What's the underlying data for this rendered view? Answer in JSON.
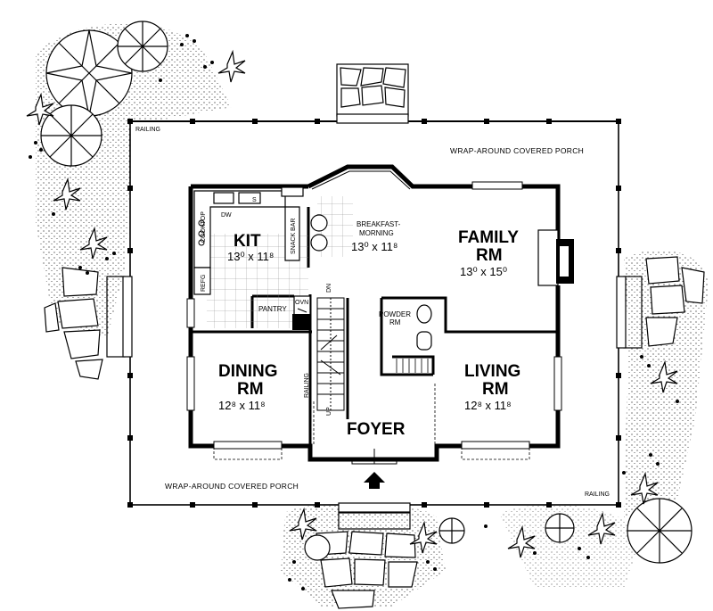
{
  "porch": {
    "top_label": "WRAP-AROUND COVERED PORCH",
    "bottom_label": "WRAP-AROUND COVERED PORCH",
    "railing_top": "RAILING",
    "railing_bottom": "RAILING"
  },
  "rooms": {
    "kitchen": {
      "name": "KIT",
      "dim": "13⁰ x 11⁸"
    },
    "breakfast": {
      "name_line1": "BREAKFAST-",
      "name_line2": "MORNING",
      "dim": "13⁰ x 11⁸"
    },
    "family": {
      "name_line1": "FAMILY",
      "name_line2": "RM",
      "dim": "13⁰ x 15⁰"
    },
    "dining": {
      "name_line1": "DINING",
      "name_line2": "RM",
      "dim": "12⁸ x 11⁸"
    },
    "living": {
      "name_line1": "LIVING",
      "name_line2": "RM",
      "dim": "12⁸ x 11⁸"
    },
    "foyer": {
      "name": "FOYER"
    },
    "powder": {
      "name_line1": "POWDER",
      "name_line2": "RM"
    },
    "pantry": {
      "name": "PANTRY"
    }
  },
  "fixtures": {
    "dw": "DW",
    "cooktop": "COOKTOP",
    "refg": "REFG",
    "snack_bar": "SNACK BAR",
    "oven": "OVN",
    "sink": "S",
    "stair_dn": "DN",
    "stair_up": "UP",
    "railing": "RAILING"
  },
  "colors": {
    "ink": "#000000",
    "paper": "#ffffff"
  }
}
